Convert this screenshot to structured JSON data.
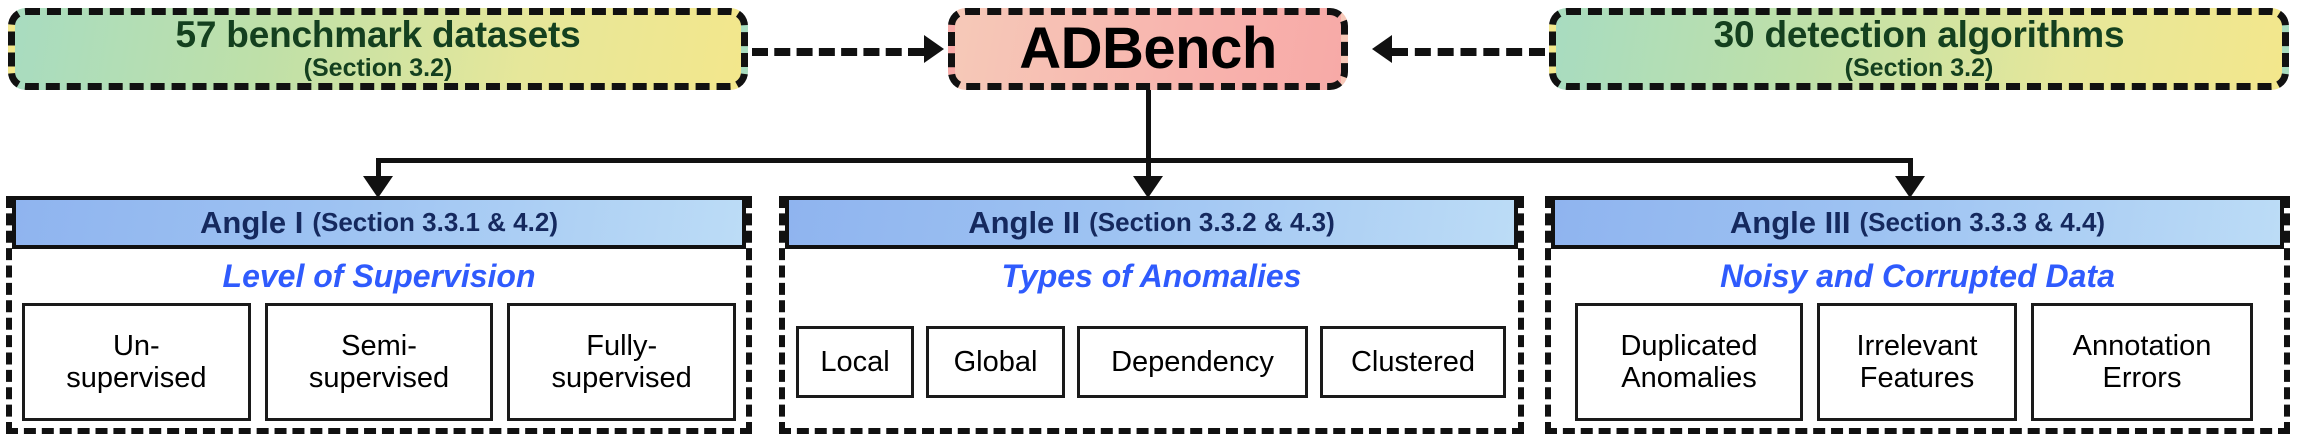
{
  "diagram": {
    "title": "ADBench overview diagram",
    "colors": {
      "green_gradient_start": "#a8dcc0",
      "green_gradient_end": "#f3e78c",
      "pink_gradient_start": "#f6c9b8",
      "pink_gradient_end": "#f7aaa7",
      "angle_header_start": "#8fb4ef",
      "angle_header_end": "#bcdcf6",
      "green_text": "#14401f",
      "angle_text": "#15295e",
      "subtitle_blue": "#2f5bfd",
      "outline": "#111111"
    }
  },
  "top": {
    "left": {
      "title": "57 benchmark datasets",
      "subtitle": "(Section 3.2)"
    },
    "center": {
      "title": "ADBench"
    },
    "right": {
      "title": "30 detection algorithms",
      "subtitle": "(Section 3.2)"
    }
  },
  "angles": [
    {
      "name": "Angle I",
      "section": "(Section 3.3.1 & 4.2)",
      "subtitle": "Level of Supervision",
      "items": [
        "Un-\nsupervised",
        "Semi-\nsupervised",
        "Fully-\nsupervised"
      ],
      "items_lines": [
        [
          "Un-",
          "supervised"
        ],
        [
          "Semi-",
          "supervised"
        ],
        [
          "Fully-",
          "supervised"
        ]
      ]
    },
    {
      "name": "Angle II",
      "section": "(Section 3.3.2 & 4.3)",
      "subtitle": "Types of Anomalies",
      "items": [
        "Local",
        "Global",
        "Dependency",
        "Clustered"
      ],
      "items_lines": [
        [
          "Local"
        ],
        [
          "Global"
        ],
        [
          "Dependency"
        ],
        [
          "Clustered"
        ]
      ]
    },
    {
      "name": "Angle III",
      "section": "(Section 3.3.3 & 4.4)",
      "subtitle": "Noisy and Corrupted Data",
      "items": [
        "Duplicated\nAnomalies",
        "Irrelevant\nFeatures",
        "Annotation\nErrors"
      ],
      "items_lines": [
        [
          "Duplicated",
          "Anomalies"
        ],
        [
          "Irrelevant",
          "Features"
        ],
        [
          "Annotation",
          "Errors"
        ]
      ]
    }
  ]
}
